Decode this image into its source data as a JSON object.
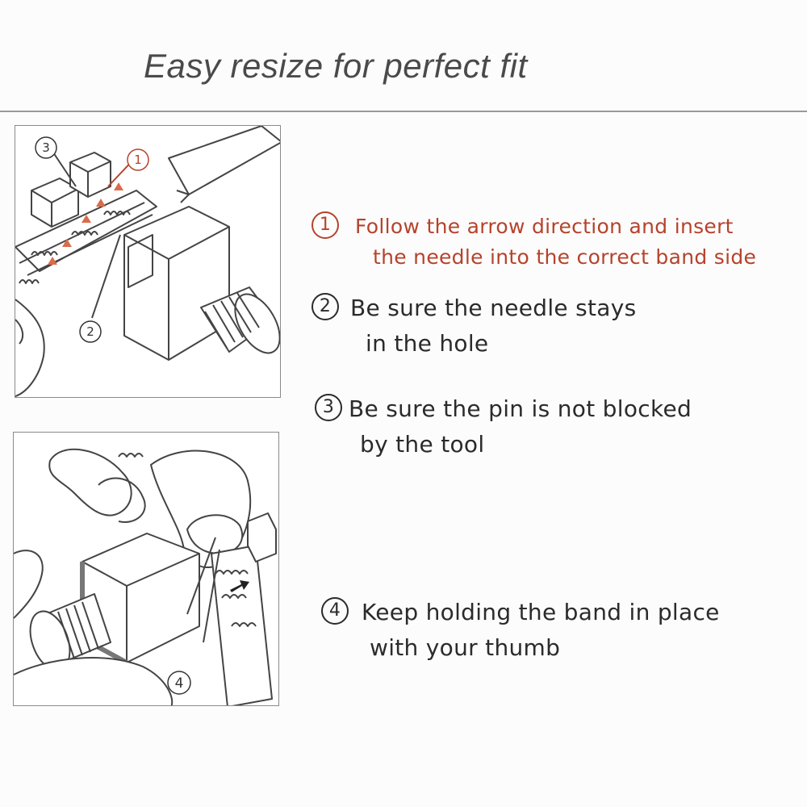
{
  "title": "Easy resize for perfect fit",
  "steps": [
    {
      "num": "1",
      "line1": "Follow the arrow direction and insert",
      "line2": "the needle into the correct band side",
      "color": "#b5432c"
    },
    {
      "num": "2",
      "line1": "Be sure the needle stays",
      "line2": "in the hole"
    },
    {
      "num": "3",
      "line1": "Be sure the pin is not blocked",
      "line2": "by the tool"
    },
    {
      "num": "4",
      "line1": "Keep holding the band in place",
      "line2": "with your thumb"
    }
  ],
  "figure_labels": {
    "label1": "1",
    "label2": "2",
    "label3": "3",
    "label4": "4"
  },
  "colors": {
    "accent": "#b5432c",
    "text": "#2b2b2b",
    "line": "#444444"
  }
}
